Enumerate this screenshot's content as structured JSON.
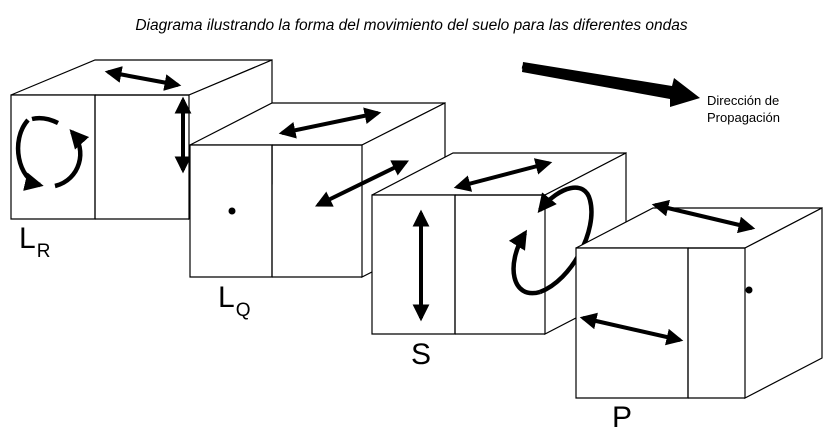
{
  "title": "Diagrama ilustrando la forma del movimiento del suelo para las diferentes ondas",
  "propagation_label": {
    "line1": "Dirección de",
    "line2": "Propagación"
  },
  "waves": [
    {
      "id": "LR",
      "letter": "L",
      "subscript": "R"
    },
    {
      "id": "LQ",
      "letter": "L",
      "subscript": "Q"
    },
    {
      "id": "S",
      "letter": "S",
      "subscript": ""
    },
    {
      "id": "P",
      "letter": "P",
      "subscript": ""
    }
  ]
}
